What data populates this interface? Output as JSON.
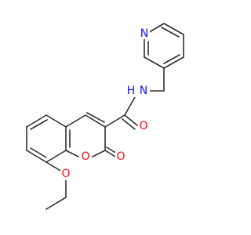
{
  "atoms": [
    {
      "id": "N_pyridine",
      "label": "N",
      "color": "#1010ff"
    },
    {
      "id": "N_amide",
      "label": "N",
      "color": "#1010ff"
    },
    {
      "id": "H_amide",
      "label": "H",
      "color": "#1010ff"
    },
    {
      "id": "O_carbonyl_amide",
      "label": "O",
      "color": "#ff0d0d"
    },
    {
      "id": "O_lactone",
      "label": "O",
      "color": "#ff0d0d"
    },
    {
      "id": "O_carbonyl_lactone",
      "label": "O",
      "color": "#ff0d0d"
    },
    {
      "id": "O_ethoxy",
      "label": "O",
      "color": "#ff0d0d"
    }
  ],
  "colors": {
    "bond": "#2f2f2f",
    "nitrogen": "#1010ff",
    "oxygen": "#ff0d0d",
    "background": "#ffffff"
  }
}
